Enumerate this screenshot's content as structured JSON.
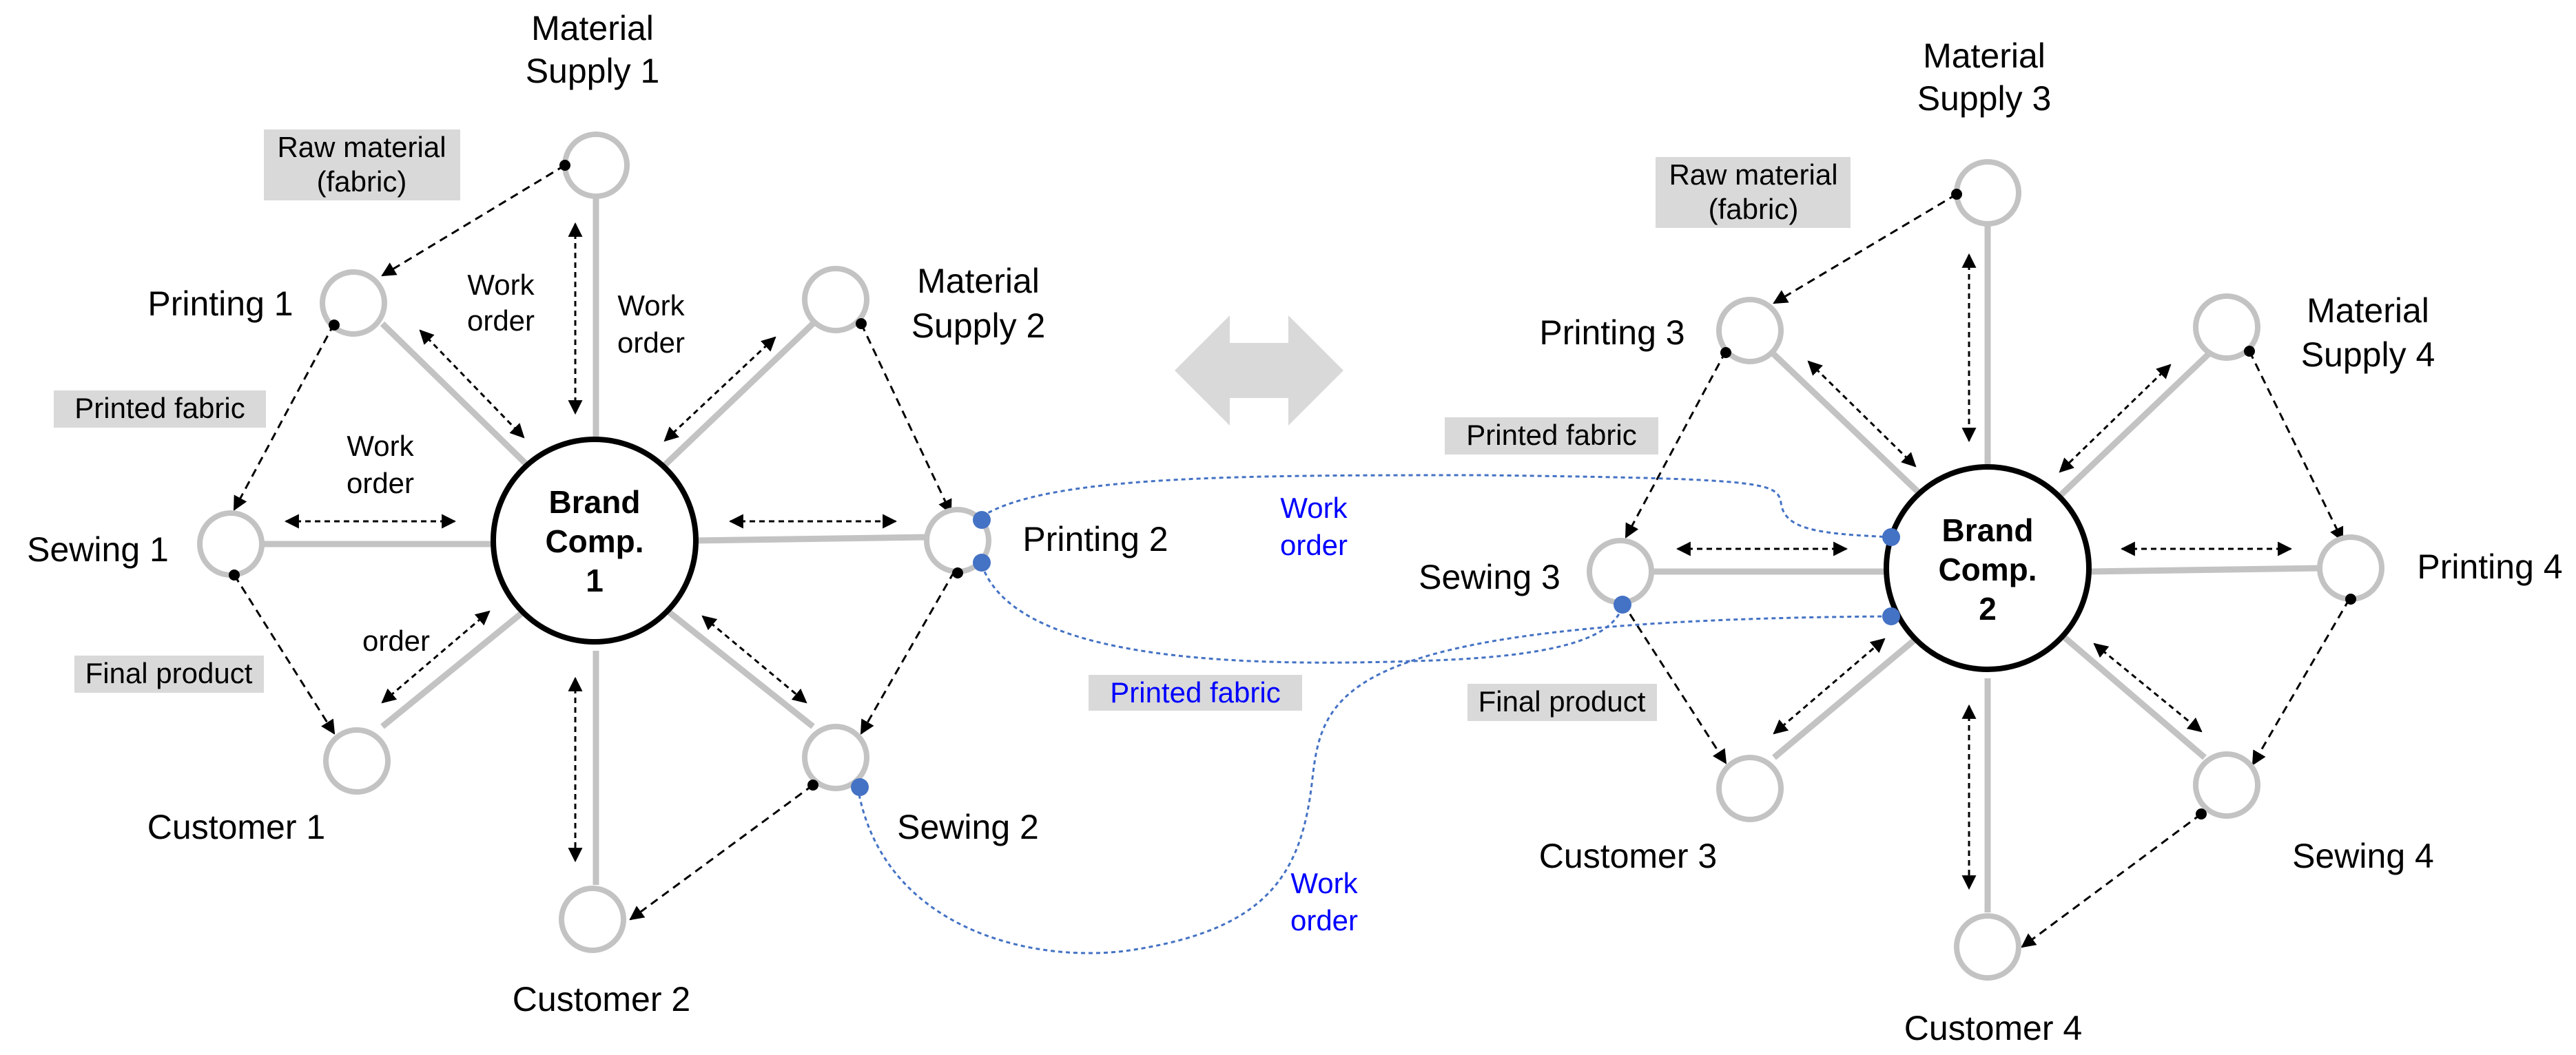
{
  "hubs": {
    "left": [
      "Brand",
      "Comp.",
      "1"
    ],
    "right": [
      "Brand",
      "Comp.",
      "2"
    ]
  },
  "nodes": {
    "material_supply_1": [
      "Material",
      "Supply  1"
    ],
    "material_supply_2": [
      "Material",
      "Supply  2"
    ],
    "material_supply_3": [
      "Material",
      "Supply  3"
    ],
    "material_supply_4": [
      "Material",
      "Supply  4"
    ],
    "printing_1": "Printing  1",
    "printing_2": "Printing  2",
    "printing_3": "Printing  3",
    "printing_4": "Printing  4",
    "sewing_1": "Sewing  1",
    "sewing_2": "Sewing  2",
    "sewing_3": "Sewing  3",
    "sewing_4": "Sewing  4",
    "customer_1": "Customer 1",
    "customer_2": "Customer 2",
    "customer_3": "Customer 3",
    "customer_4": "Customer 4"
  },
  "tags": {
    "raw_material": [
      "Raw material",
      "(fabric)"
    ],
    "printed_fabric": "Printed fabric",
    "final_product": "Final product",
    "printed_fabric_blue": "Printed fabric"
  },
  "labels": {
    "work_order_a": [
      "Work",
      "order"
    ],
    "work_order_b": [
      "Work",
      "order"
    ],
    "work_order_c": [
      "Work",
      "order"
    ],
    "order_d": "order",
    "work_order_blue_1": [
      "Work",
      "order"
    ],
    "work_order_blue_2": [
      "Work",
      "order"
    ]
  },
  "colors": {
    "spoke": "#c3c3c3",
    "hub_stroke": "#000000",
    "connector": "#4472c4",
    "blue_text": "#0000ff",
    "tag_fill": "#d9d9d9",
    "exchange_arrow": "#d9d9d9"
  }
}
